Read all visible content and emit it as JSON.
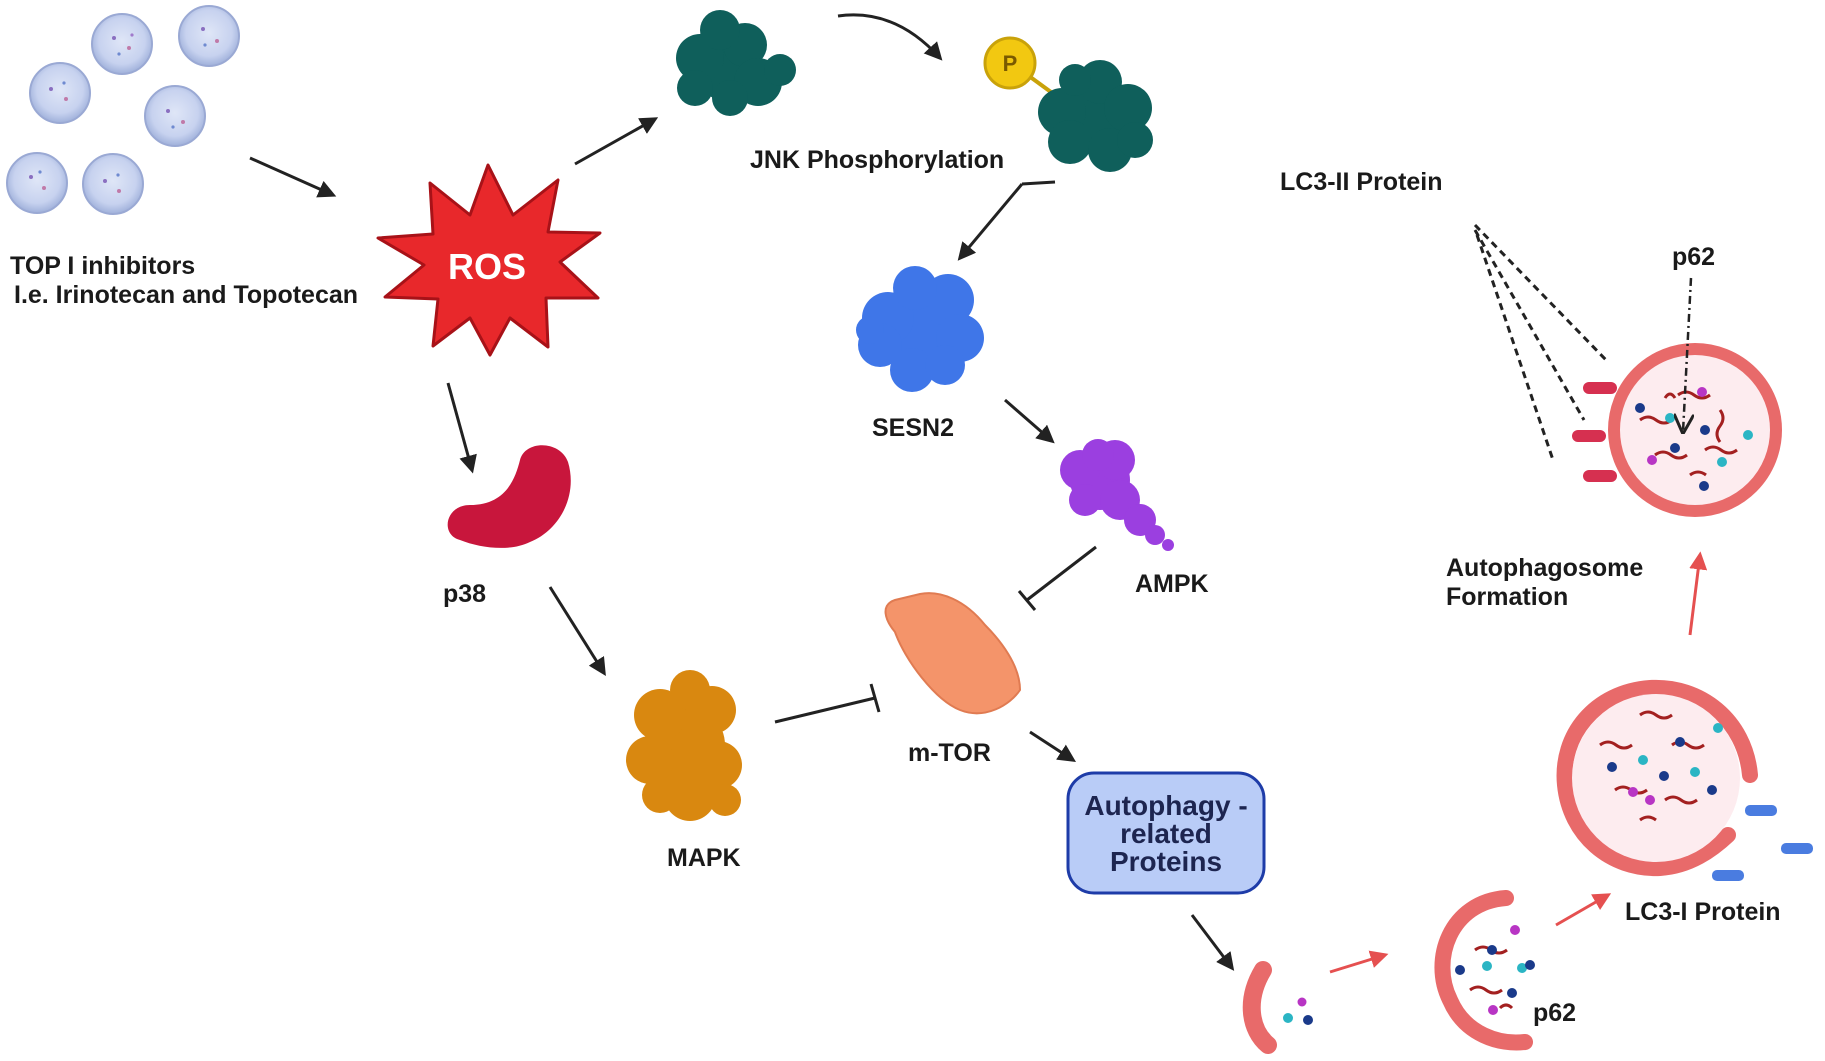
{
  "labels": {
    "top1_line1": "TOP I inhibitors",
    "top1_line2": "I.e. Irinotecan and Topotecan",
    "ros": "ROS",
    "jnk": "JNK Phosphorylation",
    "phospho": "P",
    "sesn2": "SESN2",
    "ampk": "AMPK",
    "p38": "p38",
    "mapk": "MAPK",
    "mtor": "m-TOR",
    "atg_line1": "Autophagy -",
    "atg_line2": "related",
    "atg_line3": "Proteins",
    "lc3ii": "LC3-II Protein",
    "p62_top": "p62",
    "autophagosome_line1": "Autophagosome",
    "autophagosome_line2": "Formation",
    "lc3i": "LC3-I Protein",
    "p62_bottom": "p62"
  },
  "colors": {
    "ros_star": "#e8282b",
    "jnk_protein": "#0f5f5b",
    "phosphate": "#f2c811",
    "sesn2": "#3f76e8",
    "ampk": "#9b3fe0",
    "p38": "#c8163c",
    "mapk": "#d98810",
    "mtor": "#f4946a",
    "atg_box_fill": "#b9ccf7",
    "atg_box_stroke": "#1e3ca8",
    "membrane": "#e86a6a",
    "red_arrow": "#e55050",
    "lc3_marker": "#4a7ce0",
    "lc3ii_marker": "#d63050"
  },
  "icons": [
    "cell-icon",
    "ros-burst-icon",
    "protein-icon",
    "phosphate-icon",
    "autophagosome-icon",
    "phagophore-icon",
    "lc3-marker-icon"
  ]
}
